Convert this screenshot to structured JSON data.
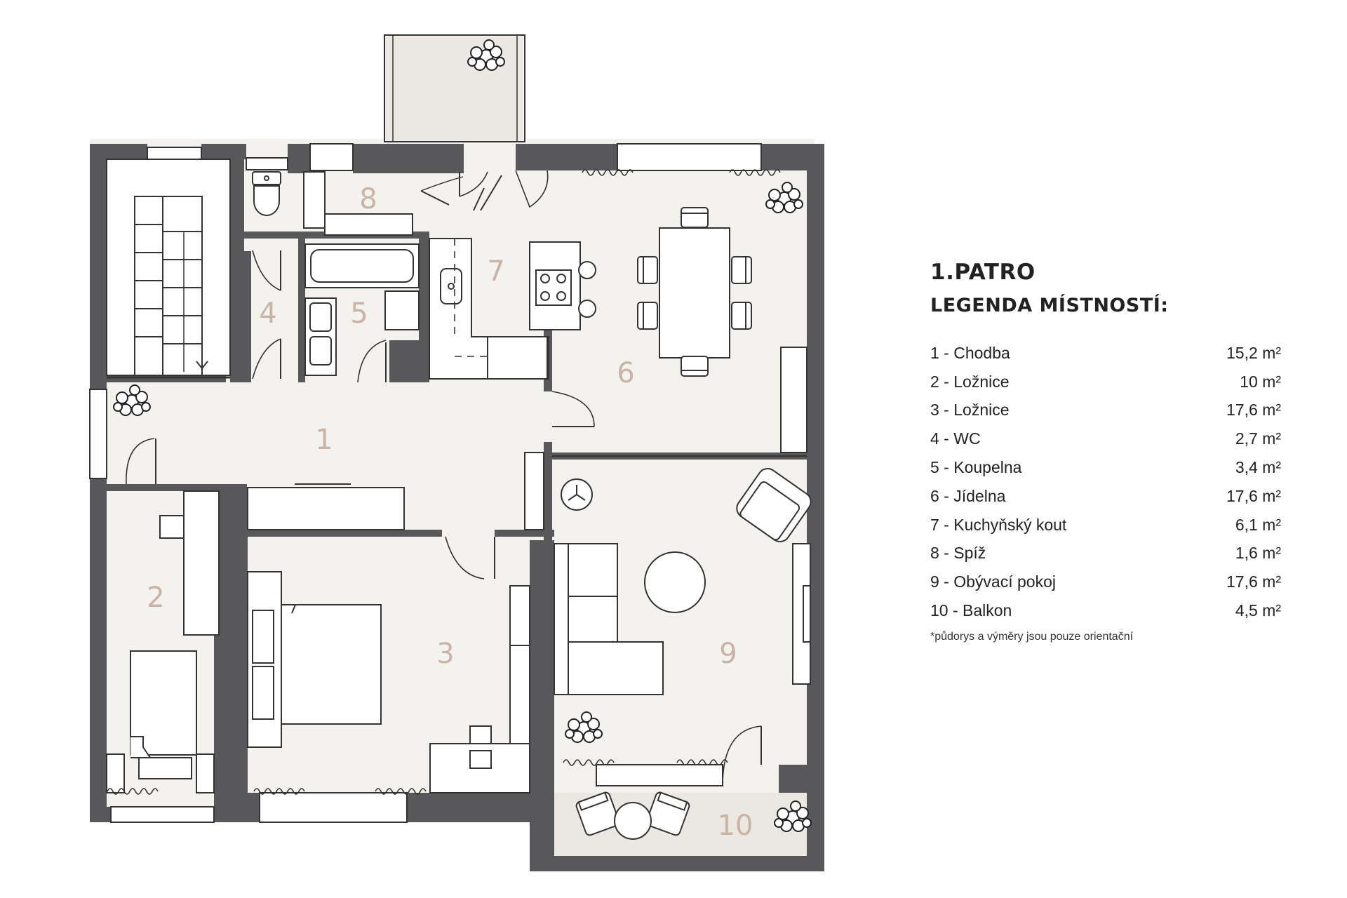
{
  "legend": {
    "title": "1.PATRO",
    "subtitle": "LEGENDA MÍSTNOSTÍ:",
    "rooms": [
      {
        "num": "1",
        "label": "1 - Chodba",
        "area": "15,2 m²"
      },
      {
        "num": "2",
        "label": "2 - Ložnice",
        "area": "10 m²"
      },
      {
        "num": "3",
        "label": "3 - Ložnice",
        "area": "17,6 m²"
      },
      {
        "num": "4",
        "label": "4 - WC",
        "area": "2,7 m²"
      },
      {
        "num": "5",
        "label": "5 - Koupelna",
        "area": "3,4 m²"
      },
      {
        "num": "6",
        "label": "6 - Jídelna",
        "area": "17,6 m²"
      },
      {
        "num": "7",
        "label": "7 - Kuchyňský kout",
        "area": "6,1 m²"
      },
      {
        "num": "8",
        "label": "8 - Spíž",
        "area": "1,6 m²"
      },
      {
        "num": "9",
        "label": "9 - Obývací pokoj",
        "area": "17,6 m²"
      },
      {
        "num": "10",
        "label": "10 - Balkon",
        "area": "4,5 m²"
      }
    ],
    "note": "*půdorys a výměry jsou pouze orientační"
  },
  "colors": {
    "wall": "#58585a",
    "floor": "#f3f2ef",
    "balcony": "#ebe8e3",
    "number": "#c8b4a6",
    "line": "#333333"
  }
}
